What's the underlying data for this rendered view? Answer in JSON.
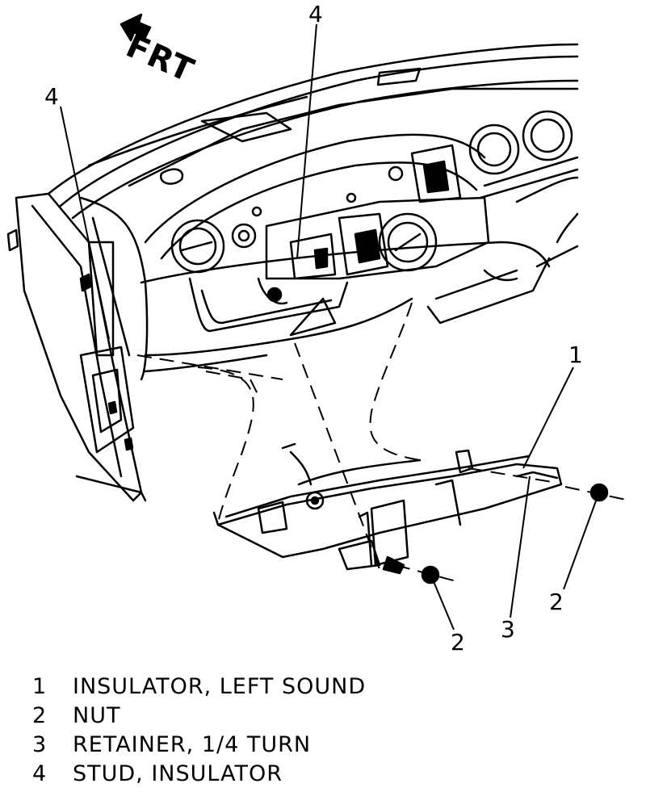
{
  "direction_label": "FRT",
  "callouts": {
    "c1": "1",
    "c2a": "2",
    "c2b": "2",
    "c3": "3",
    "c4a": "4",
    "c4b": "4"
  },
  "legend": [
    {
      "num": "1",
      "text": "INSULATOR, LEFT SOUND"
    },
    {
      "num": "2",
      "text": "NUT"
    },
    {
      "num": "3",
      "text": "RETAINER, 1/4 TURN"
    },
    {
      "num": "4",
      "text": "STUD, INSULATOR"
    }
  ]
}
